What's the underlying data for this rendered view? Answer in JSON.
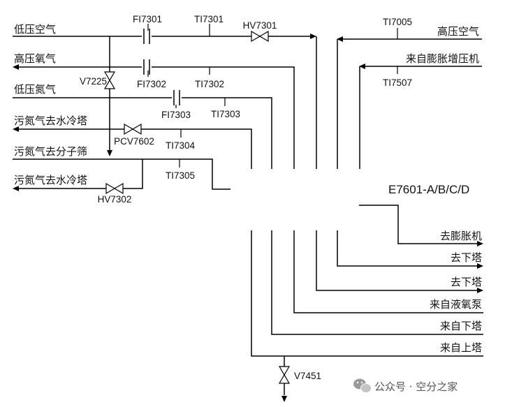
{
  "equipment": {
    "label": "E7601-A/B/C/D"
  },
  "left_streams": [
    {
      "label": "低压空气"
    },
    {
      "label": "高压氧气"
    },
    {
      "label": "低压氮气"
    },
    {
      "label": "污氮气去水冷塔"
    },
    {
      "label": "污氮气去分子筛"
    },
    {
      "label": "污氮气去水冷塔"
    }
  ],
  "right_streams": [
    {
      "label": "高压空气"
    },
    {
      "label": "来自膨胀增压机"
    },
    {
      "label": "去膨胀机"
    },
    {
      "label": "去下塔"
    },
    {
      "label": "去下塔"
    },
    {
      "label": "来自液氧泵"
    },
    {
      "label": "来自下塔"
    },
    {
      "label": "来自上塔"
    }
  ],
  "instruments": {
    "fi7301": "FI7301",
    "ti7301": "TI7301",
    "hv7301": "HV7301",
    "fi7302": "FI7302",
    "ti7302": "TI7302",
    "v7225": "V7225",
    "fi7303": "FI7303",
    "ti7303": "TI7303",
    "pcv7602": "PCV7602",
    "ti7304": "TI7304",
    "ti7305": "TI7305",
    "hv7302": "HV7302",
    "ti7005": "TI7005",
    "ti7507": "TI7507",
    "v7451": "V7451"
  },
  "watermark": {
    "text": "公众号 · 空分之家",
    "icon": "wechat-icon"
  },
  "colors": {
    "line": "#000000",
    "background": "#ffffff"
  }
}
